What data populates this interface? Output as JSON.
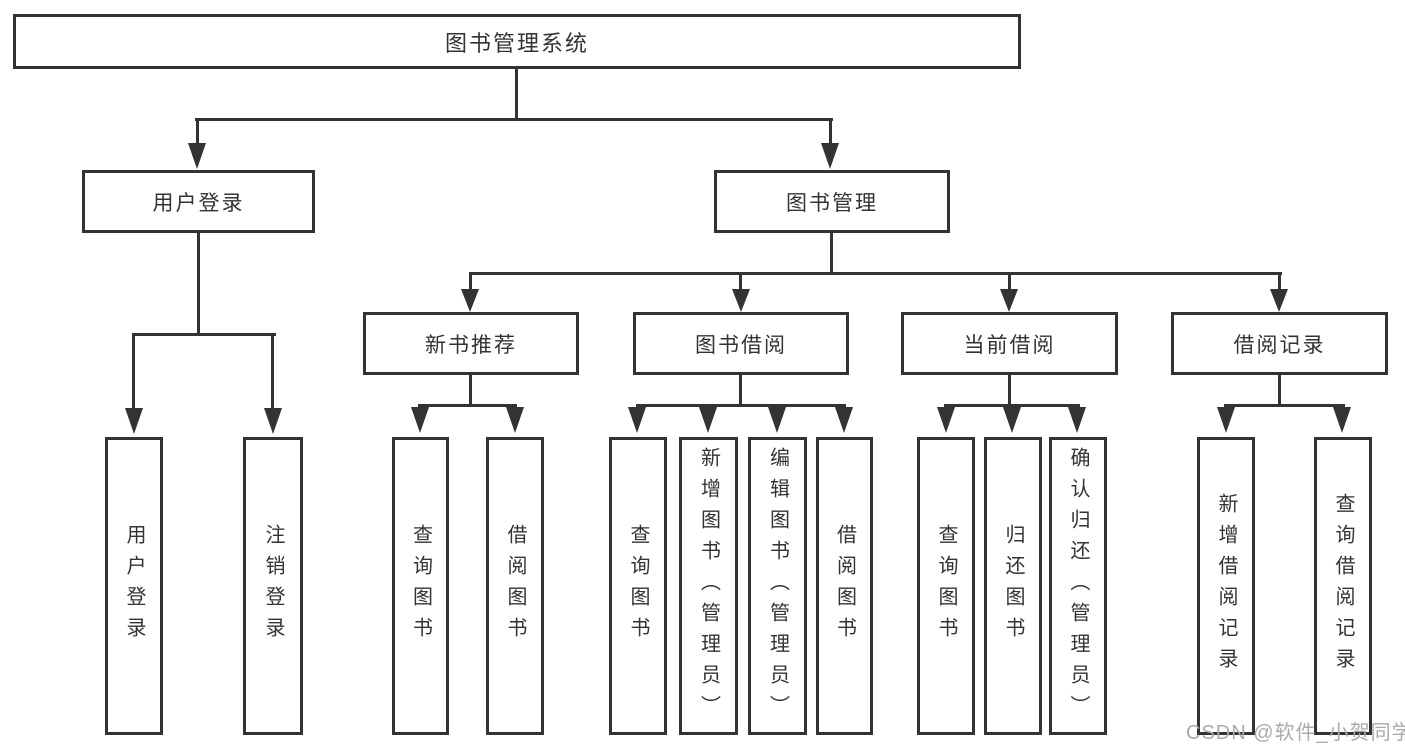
{
  "diagram": {
    "root": {
      "label": "图书管理系统"
    },
    "level2": [
      {
        "id": "user-login",
        "label": "用户登录"
      },
      {
        "id": "book-management",
        "label": "图书管理"
      }
    ],
    "level3": [
      {
        "id": "new-book-recommend",
        "label": "新书推荐"
      },
      {
        "id": "book-borrowing",
        "label": "图书借阅"
      },
      {
        "id": "current-borrowing",
        "label": "当前借阅"
      },
      {
        "id": "borrowing-records",
        "label": "借阅记录"
      }
    ],
    "leaves": [
      {
        "group": "user-login",
        "label": "用户登录"
      },
      {
        "group": "user-login",
        "label": "注销登录"
      },
      {
        "group": "new-book-recommend",
        "label": "查询图书"
      },
      {
        "group": "new-book-recommend",
        "label": "借阅图书"
      },
      {
        "group": "book-borrowing",
        "label": "查询图书"
      },
      {
        "group": "book-borrowing",
        "label": "新增图书（管理员）"
      },
      {
        "group": "book-borrowing",
        "label": "编辑图书（管理员）"
      },
      {
        "group": "book-borrowing",
        "label": "借阅图书"
      },
      {
        "group": "current-borrowing",
        "label": "查询图书"
      },
      {
        "group": "current-borrowing",
        "label": "归还图书"
      },
      {
        "group": "current-borrowing",
        "label": "确认归还（管理员）"
      },
      {
        "group": "borrowing-records",
        "label": "新增借阅记录"
      },
      {
        "group": "borrowing-records",
        "label": "查询借阅记录"
      }
    ],
    "watermark": "CSDN @软件_小贺同学",
    "colors": {
      "line": "#333333",
      "text": "#333333",
      "watermark": "#ababab",
      "background": "#ffffff"
    }
  }
}
